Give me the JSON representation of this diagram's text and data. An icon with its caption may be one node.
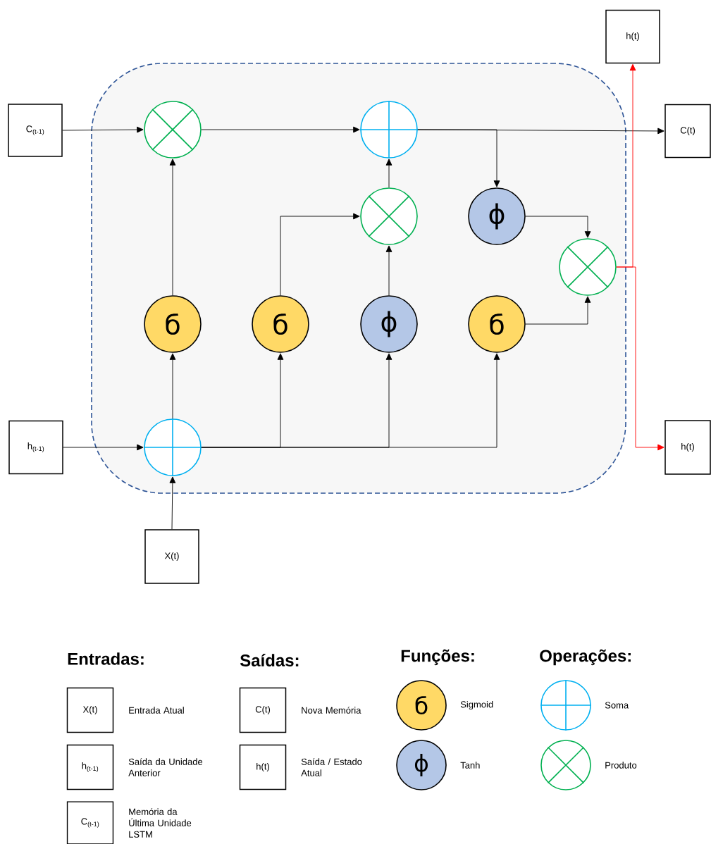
{
  "diagram": {
    "nodes": [
      {
        "text": [],
        "shape": "box"
      },
      {
        "text": [
          "C$_{(t-1)}$"
        ]
      },
      {
        "text": [
          "h$_{(t-1)}$"
        ]
      },
      {
        "text": [
          "X(t)"
        ]
      },
      {
        "text": [
          "h(t)"
        ]
      },
      {
        "text": [
          "C(t)"
        ]
      },
      {
        "text": [
          "h(t)"
        ]
      },
      {
        "text": [],
        "shape": "circle",
        "in": 0
      },
      {
        "text": [],
        "shape": "circle",
        "in": 0
      },
      {
        "text": [],
        "shape": "circle",
        "in": 0
      },
      {
        "text": [
          "ϕ"
        ],
        "in": 0
      },
      {
        "text": [],
        "shape": "circle",
        "in": 0
      },
      {
        "text": [
          "б"
        ],
        "in": 0
      },
      {
        "text": [
          "б"
        ],
        "in": 0
      },
      {
        "text": [
          "ϕ"
        ],
        "in": 0
      },
      {
        "text": [
          "б"
        ],
        "in": 0
      },
      {
        "text": [],
        "shape": "circle",
        "in": 0
      },
      {
        "text": [
          "X(t)"
        ],
        "beside": [
          "Entrada Atual"
        ]
      },
      {
        "text": [
          "h$_{(t-1)}$"
        ],
        "beside": [
          "Saída da Unidade Anterior"
        ]
      },
      {
        "text": [
          "C$_{(t-1)}$"
        ],
        "beside": [
          "Memória da Última Unidade LSTM"
        ]
      },
      {
        "text": [
          "C(t)"
        ],
        "beside": [
          "Nova Memória"
        ]
      },
      {
        "text": [
          "h(t)"
        ],
        "beside": [
          "Saída / Estado Atual"
        ]
      },
      {
        "text": [
          "б"
        ],
        "beside": [
          "Sigmoid"
        ]
      },
      {
        "text": [
          "ϕ"
        ],
        "beside": [
          "Tanh"
        ]
      },
      {
        "text": [],
        "shape": "circle",
        "beside": [
          "Soma"
        ]
      },
      {
        "text": [],
        "shape": "circle",
        "beside": [
          "Produto"
        ]
      }
    ],
    "edges": [
      {
        "from": 1,
        "to": 7,
        "arrow": "to"
      },
      {
        "from": 7,
        "to": 8,
        "arrow": "to"
      },
      {
        "from": 8,
        "to": 5,
        "arrow": "to"
      },
      {
        "from": 8,
        "to": 10,
        "arrow": "to"
      },
      {
        "from": 10,
        "to": 11,
        "arrow": "to"
      },
      {
        "from": 11,
        "to": 4,
        "arrow": "to",
        "color": "#ff0000"
      },
      {
        "from": 11,
        "to": 6,
        "arrow": "to",
        "color": "#ff0000"
      },
      {
        "from": 2,
        "to": 16,
        "arrow": "to"
      },
      {
        "from": 3,
        "to": 16,
        "arrow": "to"
      },
      {
        "from": 16,
        "to": 12,
        "arrow": "to"
      },
      {
        "from": 16,
        "to": 13,
        "arrow": "to"
      },
      {
        "from": 16,
        "to": 14,
        "arrow": "to"
      },
      {
        "from": 16,
        "to": 15,
        "arrow": "to"
      },
      {
        "from": 12,
        "to": 7,
        "arrow": "to"
      },
      {
        "from": 13,
        "to": 9,
        "arrow": "to"
      },
      {
        "from": 14,
        "to": 9,
        "arrow": "to"
      },
      {
        "from": 9,
        "to": 8,
        "arrow": "to"
      },
      {
        "from": 15,
        "to": 11,
        "arrow": "to"
      }
    ],
    "labels": [
      "Entradas:",
      "Saídas:",
      "Funções:",
      "Operações:"
    ]
  }
}
